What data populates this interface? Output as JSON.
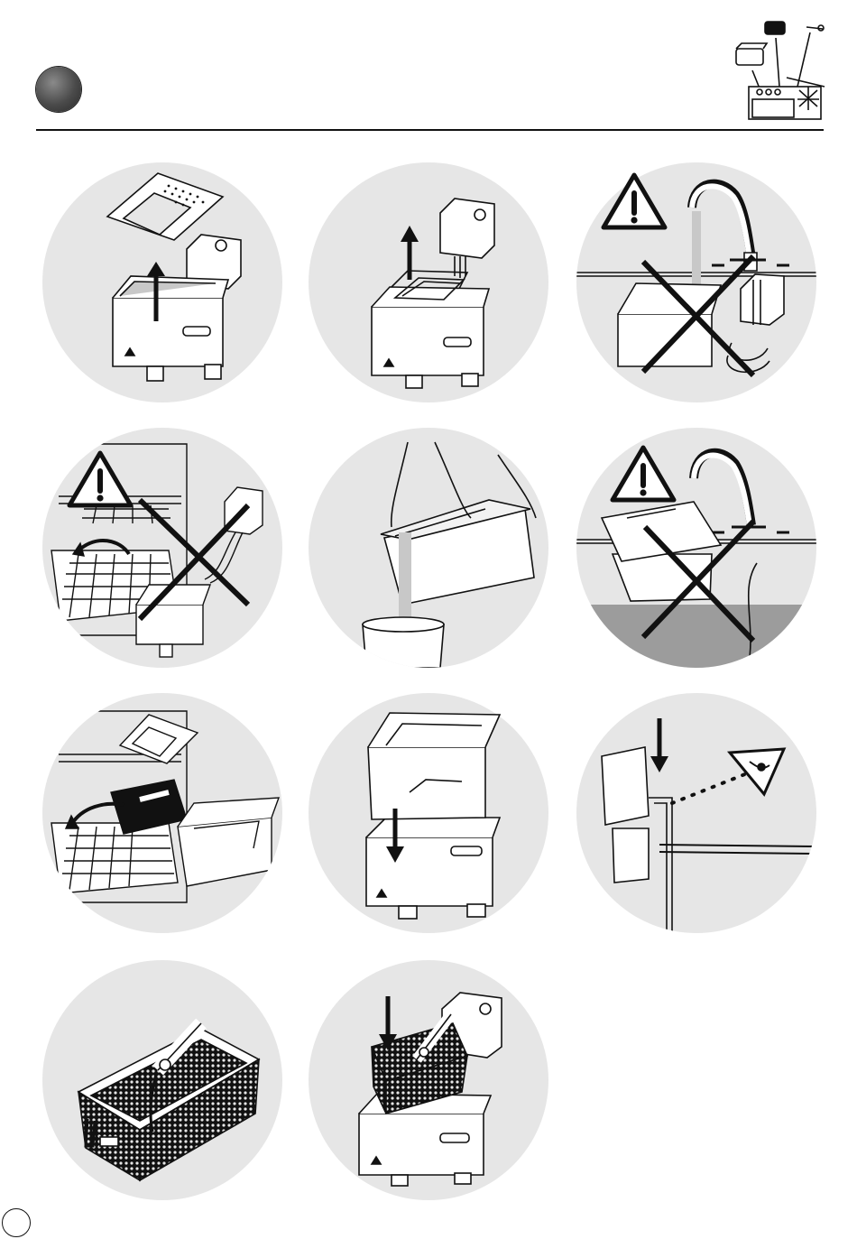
{
  "colors": {
    "ink": "#111111",
    "panel_fill": "#e6e6e6",
    "shade": "#9c9c9c",
    "paper": "#ffffff"
  },
  "icons": [
    "cleaning-parts-icon",
    "step-lift-lid",
    "step-lift-heater",
    "step-no-water-on-heater",
    "step-no-dishwasher-for-heater",
    "step-pour-oil",
    "step-no-sink-wash-bowl",
    "step-dishwasher-lid-basket-bowl",
    "step-refit-bowl",
    "step-check-level",
    "step-frying-basket",
    "step-insert-basket"
  ]
}
